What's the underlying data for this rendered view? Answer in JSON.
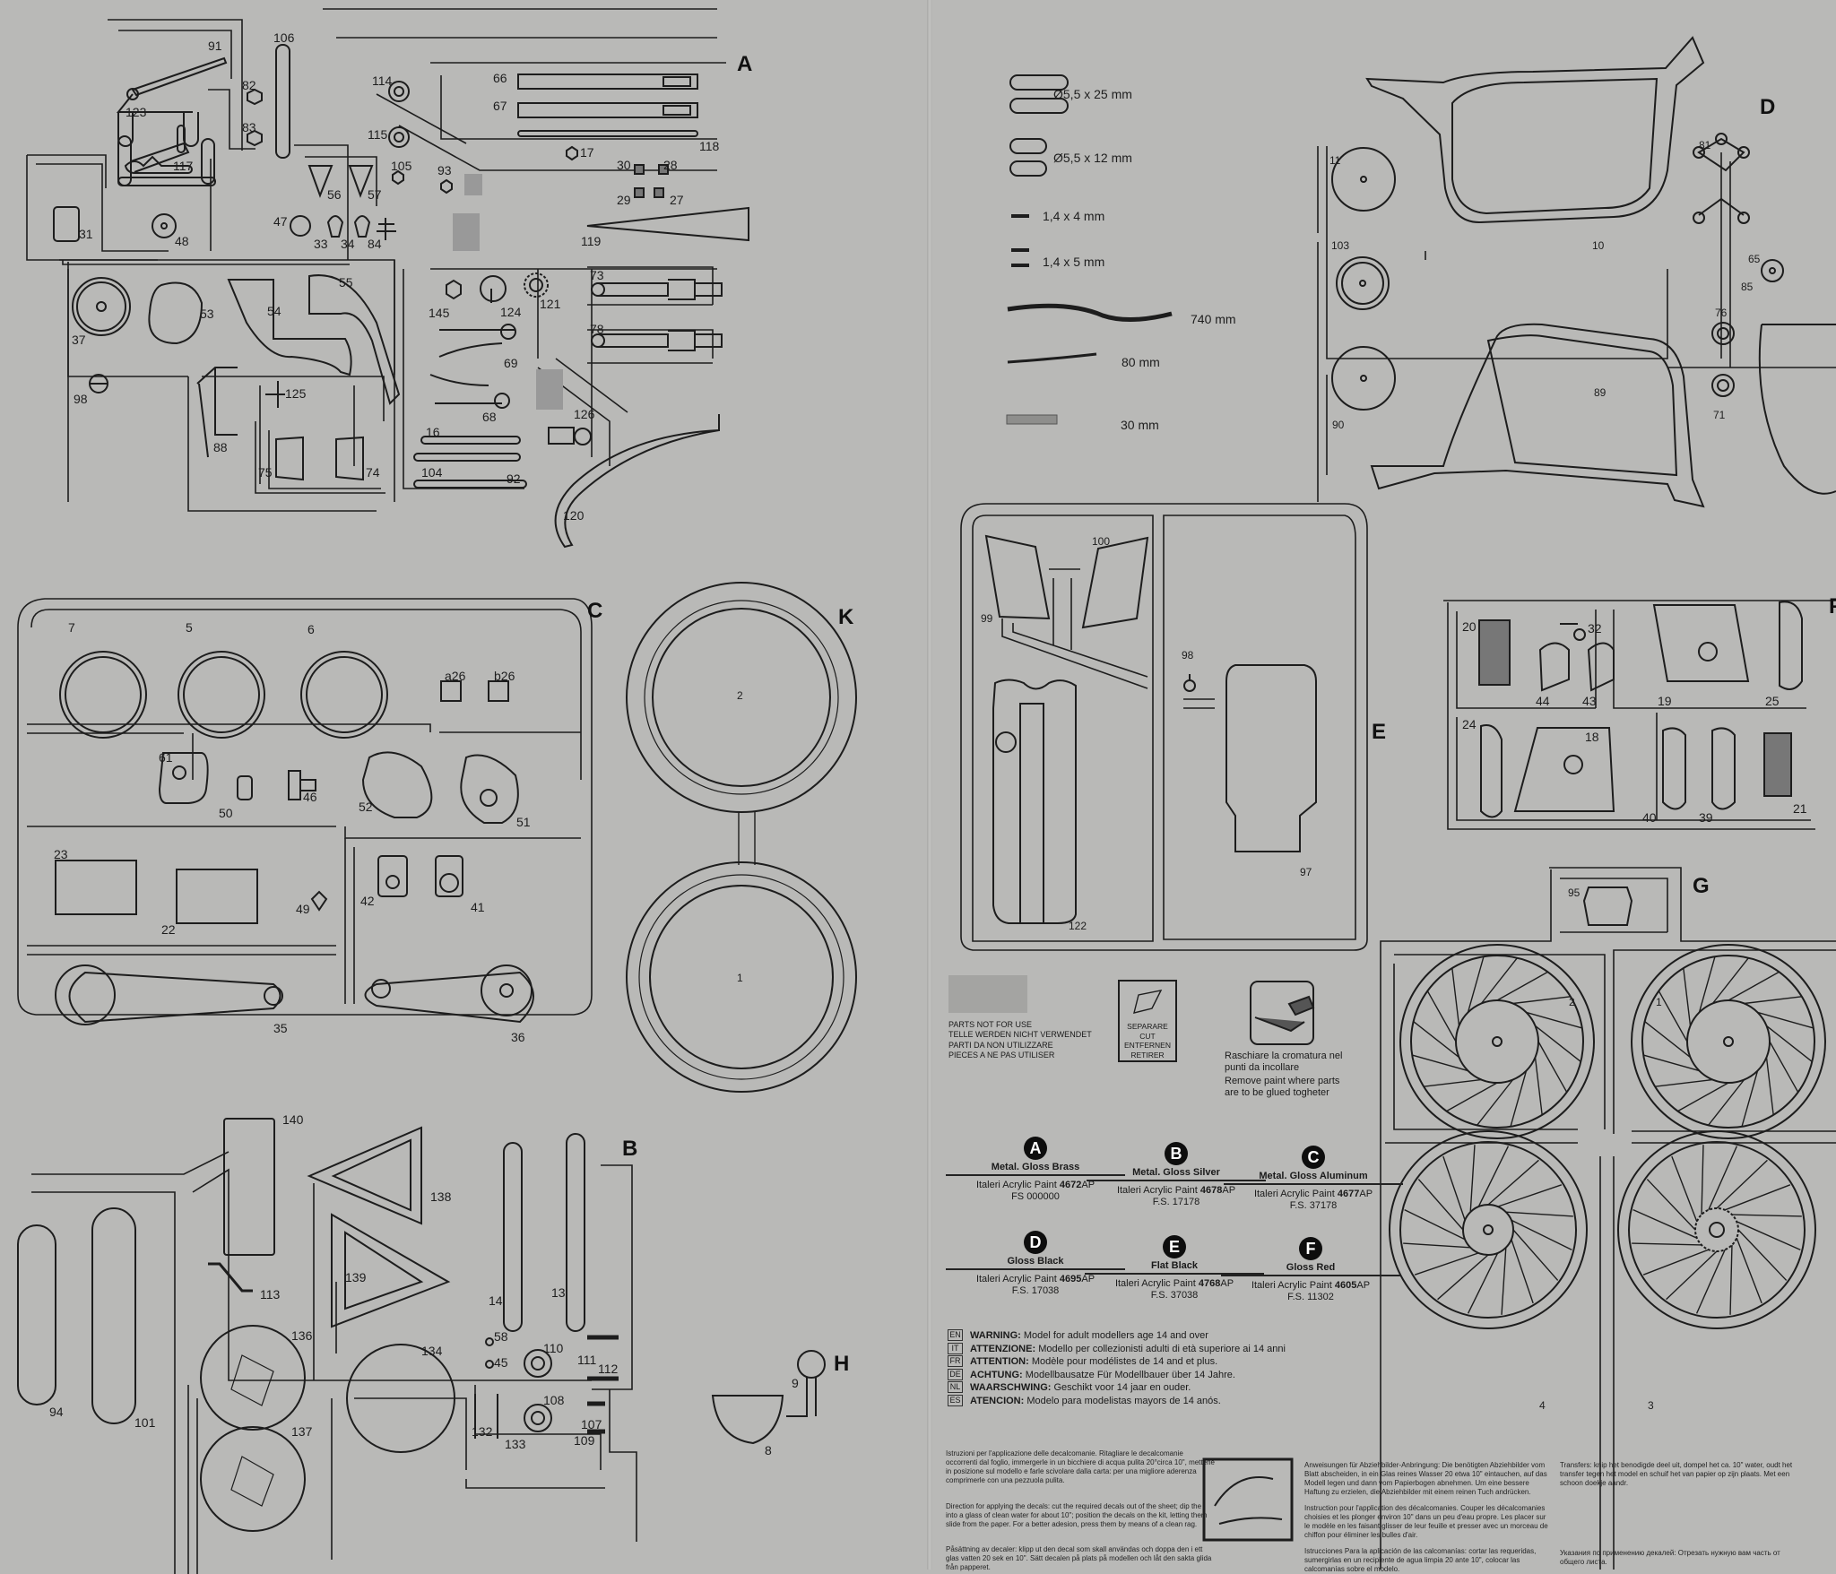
{
  "sprues": {
    "A": {
      "label": "A",
      "parts": [
        "91",
        "123",
        "117",
        "82",
        "83",
        "106",
        "114",
        "115",
        "105",
        "56",
        "57",
        "93",
        "47",
        "33",
        "34",
        "84",
        "31",
        "48",
        "66",
        "67",
        "118",
        "17",
        "30",
        "28",
        "29",
        "27",
        "119",
        "37",
        "53",
        "54",
        "55",
        "145",
        "124",
        "121",
        "73",
        "78",
        "69",
        "68",
        "98",
        "125",
        "88",
        "75",
        "74",
        "16",
        "104",
        "92",
        "126",
        "120"
      ]
    },
    "B": {
      "label": "B",
      "parts": [
        "140",
        "138",
        "139",
        "113",
        "14",
        "13",
        "94",
        "101",
        "136",
        "137",
        "134",
        "58",
        "45",
        "110",
        "108",
        "111",
        "112",
        "107",
        "109",
        "132",
        "133"
      ]
    },
    "C": {
      "label": "C",
      "parts": [
        "7",
        "5",
        "6",
        "a26",
        "b26",
        "61",
        "50",
        "46",
        "52",
        "51",
        "23",
        "22",
        "49",
        "42",
        "41",
        "35",
        "36"
      ]
    },
    "D": {
      "label": "D",
      "parts": [
        "11",
        "10",
        "89",
        "103",
        "90",
        "81",
        "65",
        "85",
        "76",
        "71"
      ]
    },
    "E": {
      "label": "E",
      "parts": [
        "99",
        "100",
        "98",
        "122",
        "97"
      ]
    },
    "F": {
      "label": "F",
      "parts": [
        "20",
        "32",
        "44",
        "43",
        "19",
        "25",
        "24",
        "18",
        "40",
        "39",
        "21"
      ]
    },
    "G": {
      "label": "G",
      "parts": [
        "95",
        "2",
        "1",
        "4",
        "3"
      ]
    },
    "H": {
      "label": "H",
      "parts": [
        "9",
        "8"
      ]
    },
    "K": {
      "label": "K",
      "parts": [
        "2",
        "1"
      ]
    }
  },
  "hardware": [
    {
      "name": "spring-long",
      "label": "Ø5,5 x 25 mm"
    },
    {
      "name": "spring-short",
      "label": "Ø5,5 x 12 mm"
    },
    {
      "name": "screw-4mm",
      "label": "1,4 x 4 mm"
    },
    {
      "name": "screw-5mm",
      "label": "1,4 x 5 mm"
    },
    {
      "name": "black-cable",
      "label": "740 mm"
    },
    {
      "name": "thin-wire",
      "label": "80 mm"
    },
    {
      "name": "strip",
      "label": "30 mm"
    }
  ],
  "legend": {
    "not_for_use": [
      "PARTS NOT FOR USE",
      "TELLE WERDEN NICHT VERWENDET",
      "PARTI DA NON UTILIZZARE",
      "PIECES A NE PAS UTILISER"
    ],
    "cut": [
      "SEPARARE",
      "CUT",
      "ENTFERNEN",
      "RETIRER"
    ],
    "scrape_it": "Raschiare la cromatura nel punti da incollare",
    "scrape_en": "Remove paint where parts are to be glued togheter"
  },
  "paints": [
    {
      "letter": "A",
      "name": "Metal. Gloss Brass",
      "brand": "Italeri Acrylic Paint",
      "code": "4672",
      "suffix": "AP",
      "fs": "FS 000000"
    },
    {
      "letter": "B",
      "name": "Metal. Gloss Silver",
      "brand": "Italeri Acrylic Paint",
      "code": "4678",
      "suffix": "AP",
      "fs": "F.S. 17178"
    },
    {
      "letter": "C",
      "name": "Metal. Gloss Aluminum",
      "brand": "Italeri Acrylic Paint",
      "code": "4677",
      "suffix": "AP",
      "fs": "F.S. 37178"
    },
    {
      "letter": "D",
      "name": "Gloss Black",
      "brand": "Italeri Acrylic Paint",
      "code": "4695",
      "suffix": "AP",
      "fs": "F.S. 17038"
    },
    {
      "letter": "E",
      "name": "Flat Black",
      "brand": "Italeri Acrylic Paint",
      "code": "4768",
      "suffix": "AP",
      "fs": "F.S. 37038"
    },
    {
      "letter": "F",
      "name": "Gloss Red",
      "brand": "Italeri Acrylic Paint",
      "code": "4605",
      "suffix": "AP",
      "fs": "F.S. 11302"
    }
  ],
  "warnings": [
    {
      "lang": "EN",
      "title": "WARNING:",
      "text": "Model for adult modellers age 14 and over"
    },
    {
      "lang": "IT",
      "title": "ATTENZIONE:",
      "text": "Modello per collezionisti adulti di età superiore ai 14 anni"
    },
    {
      "lang": "FR",
      "title": "ATTENTION:",
      "text": "Modèle pour modélistes de 14 and et plus."
    },
    {
      "lang": "DE",
      "title": "ACHTUNG:",
      "text": "Modellbausatze Für Modellbauer über 14 Jahre."
    },
    {
      "lang": "NL",
      "title": "WAARSCHWING:",
      "text": "Geschikt voor 14 jaar en ouder."
    },
    {
      "lang": "ES",
      "title": "ATENCION:",
      "text": "Modelo para modelistas mayors de 14 anós."
    }
  ],
  "decal_instructions": {
    "it": "Istruzioni per l'applicazione delle decalcomanie. Ritagliare le decalcomanie occorrenti dal foglio, immergerle in un bicchiere di acqua pulita 20°circa 10\", metterle in posizione sul modello e farle scivolare dalla carta: per una migliore aderenza comprimerle con una pezzuola pulita.",
    "en": "Direction for applying the decals: cut the required decals out of the sheet; dip the into a glass of clean water for about 10\"; position the decals on the kit, letting them slide from the paper. For a better adesion, press them by means of a clean rag.",
    "sv": "Påsättning av decaler: klipp ut den decal som skall användas och doppa den i ett glas vatten 20 sek en 10\". Sätt decalen på plats på modellen och låt den sakta glida från papperet.",
    "de": "Anweisungen für Abziehbilder-Anbringung: Die benötigten Abziehbilder vom Blatt abscheiden, in ein Glas reines Wasser 20 etwa 10\" eintauchen, auf das Modell legen und dann vom Papierbogen abnehmen. Um eine bessere Haftung zu erzielen, die Abziehbilder mit einem reinen Tuch andrücken.",
    "fr": "Instruction pour l'application des décalcomanies. Couper les décalcomanies choisies et les plonger environ 10\" dans un peu d'eau propre. Les placer sur le modèle en les faisant glisser de leur feuille et presser avec un morceau de chiffon pour éliminer les bulles d'air.",
    "es": "Istrucciones Para la aplicación de las calcomanías: cortar las requeridas, sumergirlas en un recipiente de agua limpia 20 ante 10\", colocar las calcomanías sobre el modelo.",
    "nl": "Transfers: knip het benodigde deel uit, dompel het ca. 10\" water, oudt het transfer tegen het model en schuif het van papier op zijn plaats. Met een schoon doekje aandr.",
    "ru": "Указания по применению декалей: Отрезать нужную вам часть от общего листа."
  }
}
